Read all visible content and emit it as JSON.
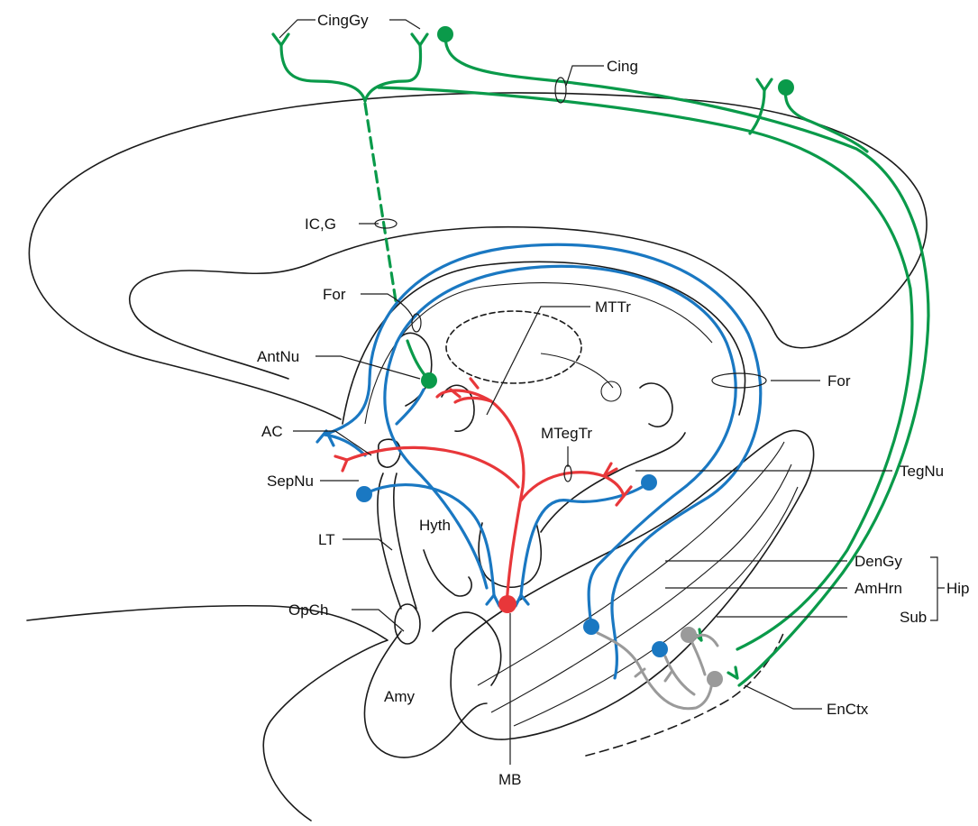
{
  "labels": {
    "cinggy": "CingGy",
    "cing": "Cing",
    "icg": "IC,G",
    "for_left": "For",
    "for_right": "For",
    "mttr": "MTTr",
    "antnu": "AntNu",
    "mtegtr": "MTegTr",
    "ac": "AC",
    "tegnu": "TegNu",
    "sepnu": "SepNu",
    "lt": "LT",
    "hyth": "Hyth",
    "dengy": "DenGy",
    "opch": "OpCh",
    "amhrn": "AmHrn",
    "hip": "Hip",
    "sub": "Sub",
    "amy": "Amy",
    "enctx": "EnCtx",
    "mb": "MB"
  },
  "colors": {
    "green": "#0a9a4a",
    "blue": "#1a78c2",
    "red": "#e8373a",
    "gray": "#9a9a9a",
    "outline": "#1a1a1a"
  }
}
